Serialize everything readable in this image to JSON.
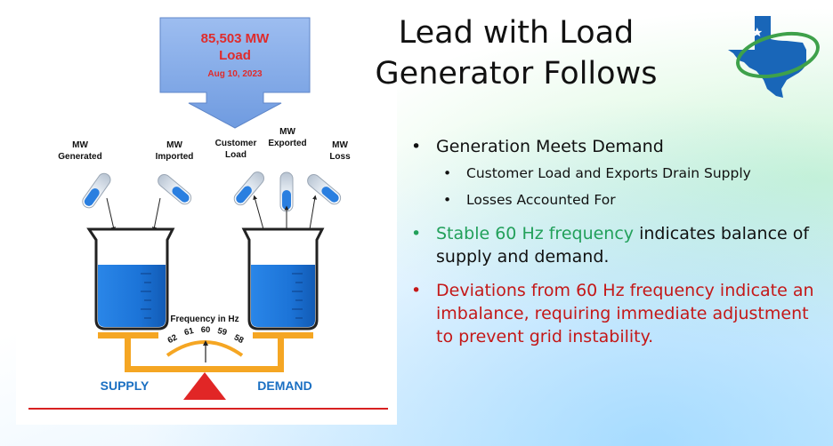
{
  "title": {
    "line1": "Lead with Load",
    "line2": "Generator Follows"
  },
  "diagram": {
    "load_value": "85,503 MW",
    "load_word": "Load",
    "load_date": "Aug 10, 2023",
    "labels": {
      "mw_generated_1": "MW",
      "mw_generated_2": "Generated",
      "mw_imported_1": "MW",
      "mw_imported_2": "Imported",
      "customer_load_1": "Customer",
      "customer_load_2": "Load",
      "mw_exported_1": "MW",
      "mw_exported_2": "Exported",
      "mw_loss_1": "MW",
      "mw_loss_2": "Loss"
    },
    "frequency_label": "Frequency in Hz",
    "frequency_ticks": [
      "62",
      "61",
      "60",
      "59",
      "58"
    ],
    "supply_label": "SUPPLY",
    "demand_label": "DEMAND",
    "colors": {
      "arrow": "#7fa8e8",
      "arrow_text": "#e02b2b",
      "water": "#1f7ce0",
      "beam": "#f5a623",
      "fulcrum": "#e12626",
      "label_blue": "#1a6fc2",
      "baseline": "#d82020"
    }
  },
  "bullets": {
    "b1": "Generation Meets Demand",
    "b1_sub1": "Customer Load and Exports Drain Supply",
    "b1_sub2": "Losses Accounted For",
    "b2_green": "Stable 60 Hz frequency",
    "b2_rest": " indicates balance of supply and demand.",
    "b3": "Deviations from 60 Hz frequency indicate an imbalance, requiring immediate adjustment to prevent grid instability."
  }
}
